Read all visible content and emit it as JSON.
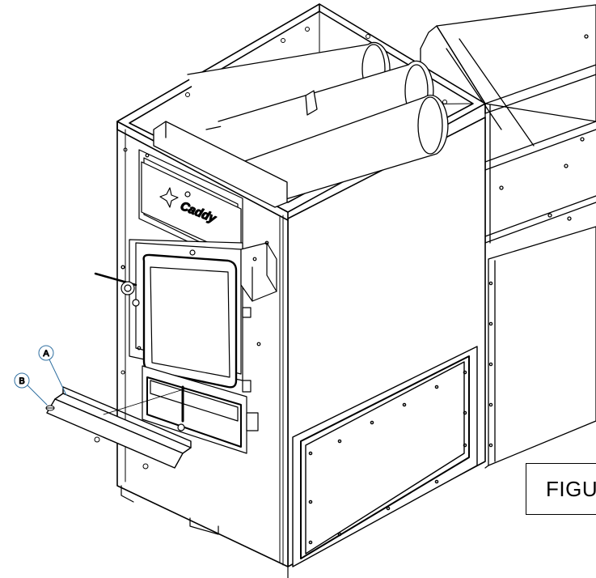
{
  "figure": {
    "label": "FIGU"
  },
  "callouts": [
    {
      "letter": "A",
      "color": "#2f6fa0"
    },
    {
      "letter": "B",
      "color": "#2f6fa0"
    }
  ],
  "brand": {
    "text": "Caddy"
  },
  "colors": {
    "line": "#000000",
    "callout": "#2f6fa0",
    "background": "#ffffff"
  }
}
